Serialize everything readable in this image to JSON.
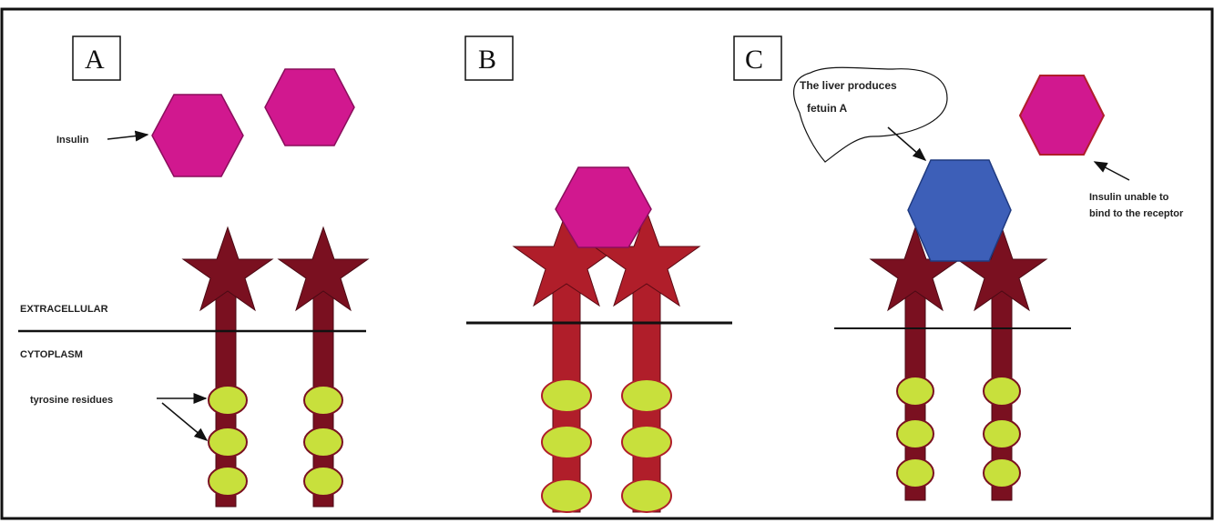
{
  "panels": {
    "a": {
      "label": "A"
    },
    "b": {
      "label": "B"
    },
    "c": {
      "label": "C"
    }
  },
  "labels": {
    "insulin": "Insulin",
    "extracellular": "EXTRACELLULAR",
    "cytoplasm": "CYTOPLASM",
    "tyrosine": "tyrosine residues",
    "liver_line1": "The liver produces",
    "liver_line2": "fetuin A",
    "unable_line1": "Insulin unable to",
    "unable_line2": "bind to the receptor"
  },
  "colors": {
    "insulin": "#d1188f",
    "fetuin": "#3d5fb8",
    "receptor": "#7a1020",
    "receptor_b": "#b01e2a",
    "tyrosine": "#c8e03c",
    "border": "#111111"
  }
}
